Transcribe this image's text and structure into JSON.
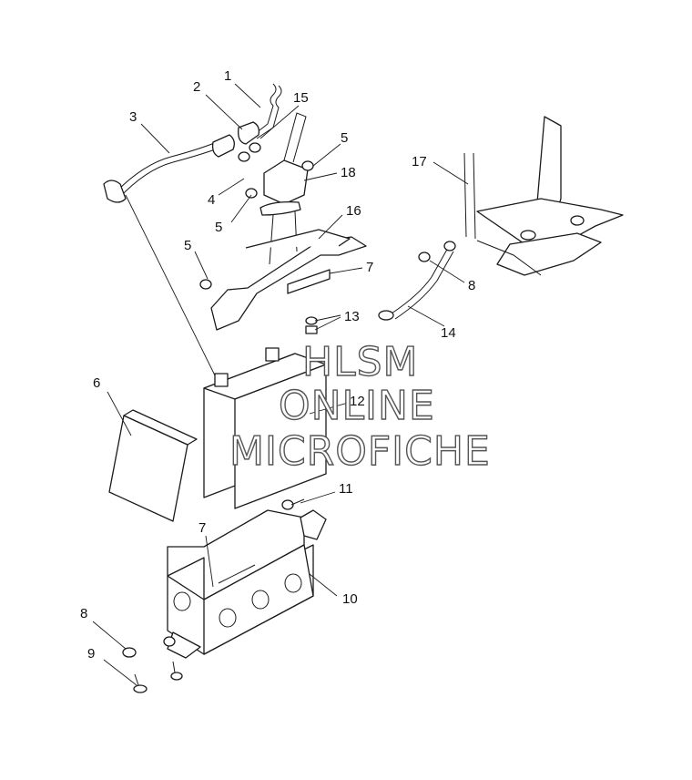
{
  "watermark": {
    "line1": "HLSM",
    "line2": "ONLINE",
    "line3": "MICROFICHE"
  },
  "callouts": [
    "1",
    "2",
    "15",
    "3",
    "5",
    "18",
    "4",
    "5",
    "16",
    "5",
    "7",
    "17",
    "8",
    "13",
    "14",
    "12",
    "6",
    "11",
    "7",
    "10",
    "8",
    "9"
  ]
}
